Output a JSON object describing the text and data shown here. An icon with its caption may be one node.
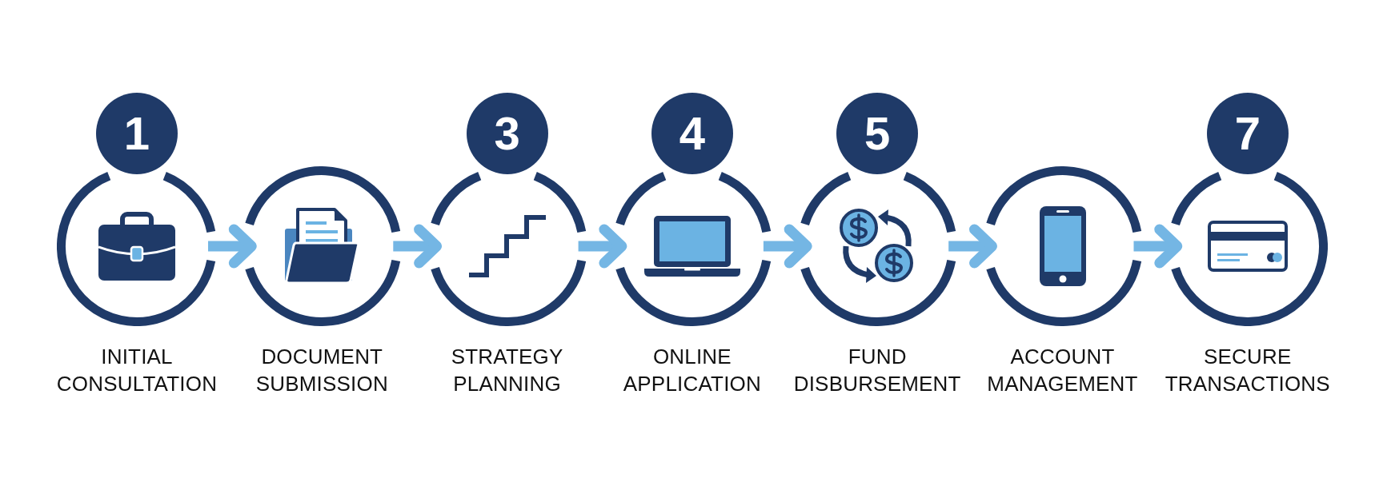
{
  "diagram": {
    "nodes": [
      {
        "text": [
          "1"
        ]
      },
      {
        "text": [
          "INITIAL CONSULTATION"
        ]
      },
      {
        "text": [
          "DOCUMENT SUBMISSION"
        ]
      },
      {
        "text": [
          "3"
        ]
      },
      {
        "text": [
          "STRATEGY PLANNING"
        ]
      },
      {
        "text": [
          "4"
        ]
      },
      {
        "text": [
          "ONLINE APPLICATION"
        ]
      },
      {
        "text": [
          "5"
        ]
      },
      {
        "text": [
          "FUND DISBURSEMENT"
        ]
      },
      {
        "text": [
          "ACCOUNT MANAGEMENT"
        ]
      },
      {
        "text": [
          "7"
        ]
      },
      {
        "text": [
          "SECURE TRANSACTIONS"
        ]
      }
    ],
    "edges": [
      {
        "from": 1,
        "to": 2,
        "arrow": "to"
      },
      {
        "from": 2,
        "to": 4,
        "arrow": "to"
      },
      {
        "from": 4,
        "to": 6,
        "arrow": "to"
      },
      {
        "from": 6,
        "to": 8,
        "arrow": "to"
      },
      {
        "from": 8,
        "to": 9,
        "arrow": "to"
      },
      {
        "from": 9,
        "to": 11,
        "arrow": "to"
      }
    ]
  }
}
